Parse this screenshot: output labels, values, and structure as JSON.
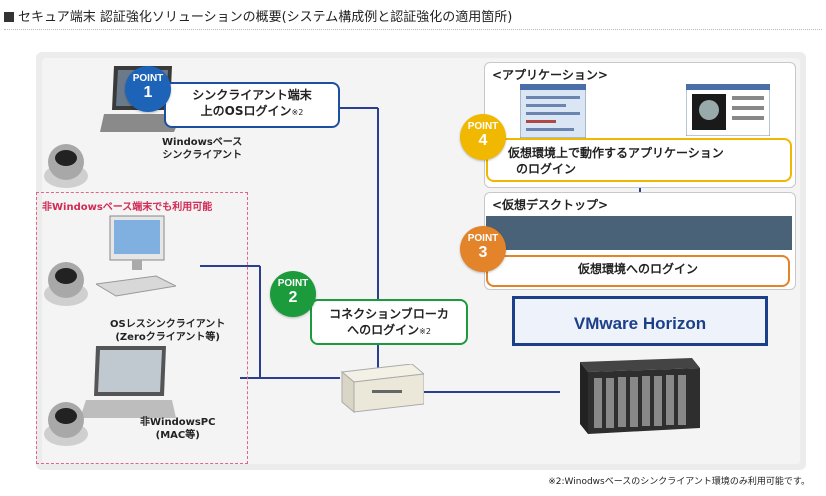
{
  "page": {
    "title": "セキュア端末 認証強化ソリューションの概要(システム構成例と認証強化の適用箇所)",
    "footnote": "※2:Winodwsベースのシンクライアント環境のみ利用可能です。"
  },
  "points": [
    {
      "badge": "POINT",
      "number": "1",
      "line1": "シンクライアント端末",
      "line2": "上のOSログイン",
      "note": "※2"
    },
    {
      "badge": "POINT",
      "number": "2",
      "line1": "コネクションブローカ",
      "line2": "へのログイン",
      "note": "※2"
    },
    {
      "badge": "POINT",
      "number": "3",
      "line1": "仮想環境へのログイン"
    },
    {
      "badge": "POINT",
      "number": "4",
      "line1": "仮想環境上で動作するアプリケーション",
      "line2": "のログイン"
    }
  ],
  "sections": {
    "application": "<アプリケーション>",
    "virtual_desktop": "<仮想デスクトップ>"
  },
  "vmware": "VMware Horizon",
  "non_windows_label": "非Windowsベース端末でも利用可能",
  "devices": {
    "windows_thin": {
      "line1": "Windowsベース",
      "line2": "シンクライアント"
    },
    "os_less": {
      "line1": "OSレスシンクライアント",
      "line2": "(Zeroクライアント等)"
    },
    "non_windows_pc": {
      "line1": "非WindowsPC",
      "line2": "(MAC等)"
    }
  },
  "colors": {
    "point1": "#1d63b8",
    "point2": "#1c9b3c",
    "point3": "#e3832a",
    "point4": "#f0b800",
    "vmware": "#1c3f8a",
    "non_windows": "#d12a55"
  }
}
